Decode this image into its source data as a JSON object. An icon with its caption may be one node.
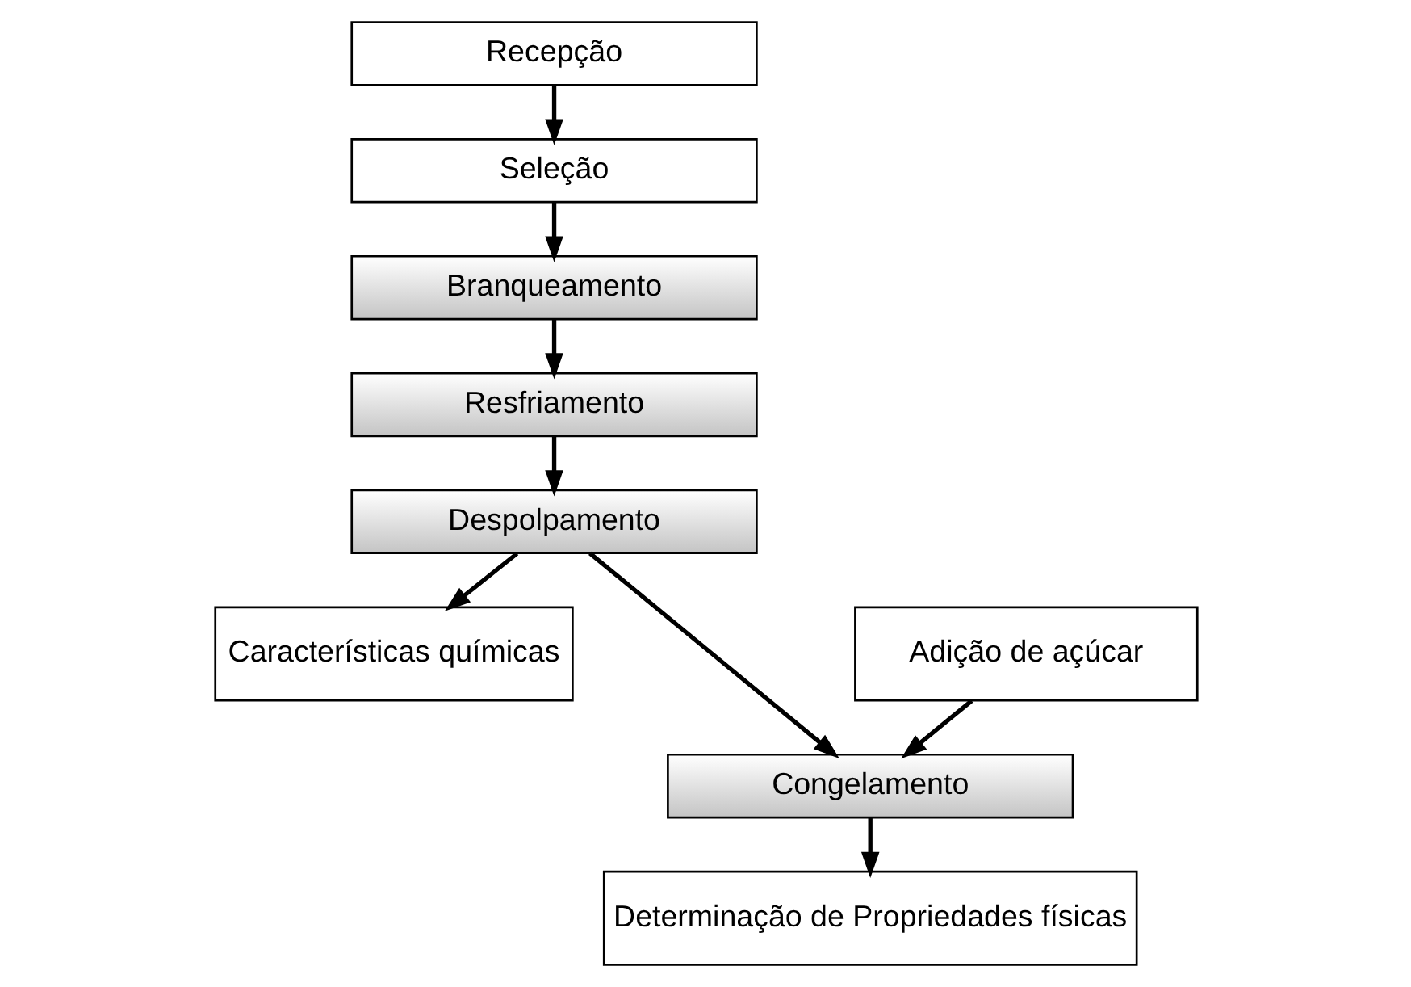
{
  "diagram": {
    "nodes": [
      {
        "text": [
          "Recepção"
        ]
      },
      {
        "text": [
          "Seleção"
        ]
      },
      {
        "text": [
          "Branqueamento"
        ]
      },
      {
        "text": [
          "Resfriamento"
        ]
      },
      {
        "text": [
          "Despolpamento"
        ]
      },
      {
        "text": [
          "Características químicas"
        ]
      },
      {
        "text": [
          "Adição de açúcar"
        ]
      },
      {
        "text": [
          "Congelamento"
        ]
      },
      {
        "text": [
          "Determinação de Propriedades físicas"
        ]
      }
    ],
    "edges": [
      {
        "from": 0,
        "to": 1,
        "arrow": "to"
      },
      {
        "from": 1,
        "to": 2,
        "arrow": "to"
      },
      {
        "from": 2,
        "to": 3,
        "arrow": "to"
      },
      {
        "from": 3,
        "to": 4,
        "arrow": "to"
      },
      {
        "from": 4,
        "to": 5,
        "arrow": "to"
      },
      {
        "from": 4,
        "to": 7,
        "arrow": "to"
      },
      {
        "from": 6,
        "to": 7,
        "arrow": "to"
      },
      {
        "from": 7,
        "to": 8,
        "arrow": "to"
      }
    ]
  }
}
